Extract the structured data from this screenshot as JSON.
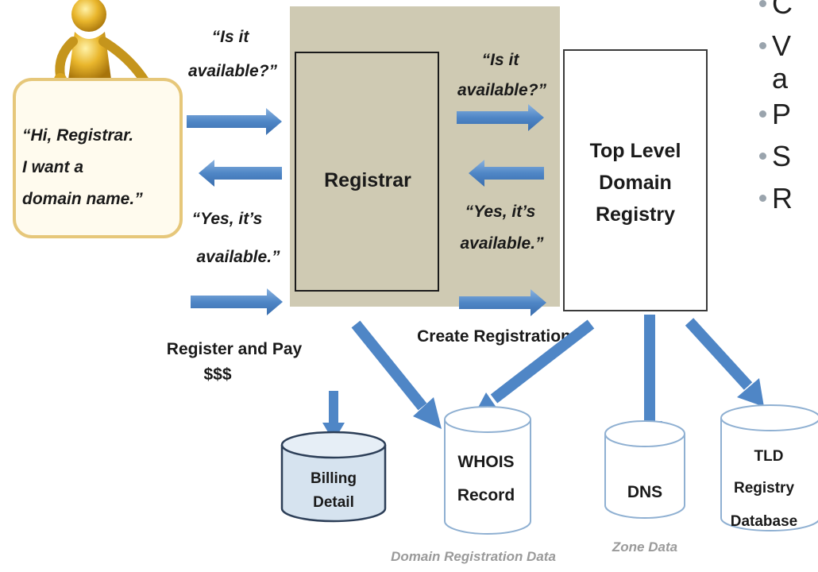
{
  "person": {
    "line1": "“Hi, Registrar.",
    "line2": "I want a",
    "line3": "domain name.”"
  },
  "left_flow": {
    "query_line1": "“Is it",
    "query_line2": "available?”",
    "reply_line1": "“Yes, it’s",
    "reply_line2": "available.”",
    "register_line1": "Register and Pay",
    "register_line2": "$$$"
  },
  "registrar": {
    "label": "Registrar"
  },
  "middle_flow": {
    "query_line1": "“Is it",
    "query_line2": "available?”",
    "reply_line1": "“Yes, it’s",
    "reply_line2": "available.”",
    "create_label": "Create Registration"
  },
  "registry": {
    "line1": "Top Level",
    "line2": "Domain",
    "line3": "Registry"
  },
  "databases": {
    "billing": {
      "line1": "Billing",
      "line2": "Detail"
    },
    "whois": {
      "line1": "WHOIS",
      "line2": "Record"
    },
    "dns": {
      "line1": "DNS"
    },
    "tld": {
      "line1": "TLD",
      "line2": "Registry",
      "line3": "Database"
    }
  },
  "captions": {
    "domain_registration_data": "Domain Registration Data",
    "zone_data": "Zone Data"
  },
  "side_bullets": [
    {
      "first": "C",
      "second": ""
    },
    {
      "first": "V",
      "second": "a"
    },
    {
      "first": "P",
      "second": ""
    },
    {
      "first": "S",
      "second": ""
    },
    {
      "first": "R",
      "second": ""
    }
  ],
  "colors": {
    "arrow": "#4f86c6",
    "registrar_fill": "#cfcab3",
    "balloon_border": "#e6c77a",
    "db_outline": "#8fb0d2",
    "billing_fill": "#d6e3ef"
  }
}
